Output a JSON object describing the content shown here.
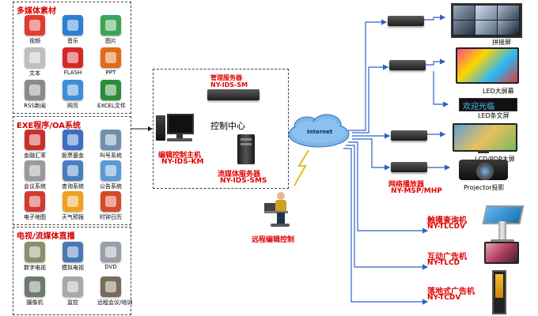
{
  "panels": {
    "multimedia": {
      "title": "多媒体素材",
      "items": [
        {
          "label": "视频",
          "icon": "video-icon",
          "color": "#e23b2e"
        },
        {
          "label": "音乐",
          "icon": "music-icon",
          "color": "#2d7fd3"
        },
        {
          "label": "图片",
          "icon": "picture-icon",
          "color": "#3aa655"
        },
        {
          "label": "文本",
          "icon": "text-icon",
          "color": "#bfbfbf"
        },
        {
          "label": "FLASH",
          "icon": "flash-icon",
          "color": "#d62828"
        },
        {
          "label": "PPT",
          "icon": "ppt-icon",
          "color": "#e26a1b"
        },
        {
          "label": "RSS新闻",
          "icon": "rss-icon",
          "color": "#8a8a8a"
        },
        {
          "label": "网页",
          "icon": "webpage-icon",
          "color": "#3f8ed8"
        },
        {
          "label": "EXCEL文件",
          "icon": "excel-icon",
          "color": "#2e8b3a"
        }
      ]
    },
    "exe": {
      "title": "EXE程序/OA系统",
      "items": [
        {
          "label": "金融汇率",
          "icon": "exchange-rate-icon",
          "color": "#c9302c"
        },
        {
          "label": "股票基金",
          "icon": "stock-fund-icon",
          "color": "#3b6fc2"
        },
        {
          "label": "叫号系统",
          "icon": "queue-system-icon",
          "color": "#6f8fb0"
        },
        {
          "label": "会议系统",
          "icon": "meeting-system-icon",
          "color": "#9a9a9a"
        },
        {
          "label": "查询系统",
          "icon": "query-system-icon",
          "color": "#4a7dbf"
        },
        {
          "label": "公告系统",
          "icon": "notice-system-icon",
          "color": "#5b9bd5"
        },
        {
          "label": "电子地图",
          "icon": "map-icon",
          "color": "#d23a32"
        },
        {
          "label": "天气预报",
          "icon": "weather-icon",
          "color": "#f0a020"
        },
        {
          "label": "时钟日历",
          "icon": "clock-calendar-icon",
          "color": "#d64a2a"
        }
      ]
    },
    "tv": {
      "title": "电视/流媒体直播",
      "items": [
        {
          "label": "数字电视",
          "icon": "satellite-icon",
          "color": "#8c8f6a"
        },
        {
          "label": "模拟电视",
          "icon": "tv-tower-icon",
          "color": "#4b77b5"
        },
        {
          "label": "DVD",
          "icon": "dvd-icon",
          "color": "#9aa0a8"
        },
        {
          "label": "摄像机",
          "icon": "camera-icon",
          "color": "#6e7a6e"
        },
        {
          "label": "监控",
          "icon": "surveillance-icon",
          "color": "#a8a8a8"
        },
        {
          "label": "远程会议/培训",
          "icon": "video-conference-icon",
          "color": "#7a6a5a"
        }
      ]
    }
  },
  "control_center": {
    "title": "控制中心",
    "mgmt_server_name": "管理服务器",
    "mgmt_server_model": "NY-IDS-SM",
    "edit_host_name": "编辑控制主机",
    "edit_host_model": "NY-IDS-KM",
    "stream_server_name": "流媒体服务器",
    "stream_server_model": "NY-IDS-SMS"
  },
  "network": {
    "cloud_label": "Internet",
    "remote_label": "远程编辑控制"
  },
  "player_label_name": "网络播放器",
  "player_label_model": "NY-MSP/MHP",
  "outputs": [
    {
      "label": "拼接屏"
    },
    {
      "label": "LED大屏幕"
    },
    {
      "label": "LED条文屏",
      "led_text": "欢迎光临"
    },
    {
      "label": "LCD/PDP大屏"
    },
    {
      "label": "Projector投影"
    }
  ],
  "terminals": [
    {
      "name": "触摸查询机",
      "model": "NY-TLCDV"
    },
    {
      "name": "互动广告机",
      "model": "NY-TLCD"
    },
    {
      "name": "落地式广告机",
      "model": "NY-TCDV"
    }
  ],
  "colors": {
    "accent_red": "#d40000",
    "blue_line": "#2f62c8",
    "cloud_blue": "#7fb6e8"
  }
}
